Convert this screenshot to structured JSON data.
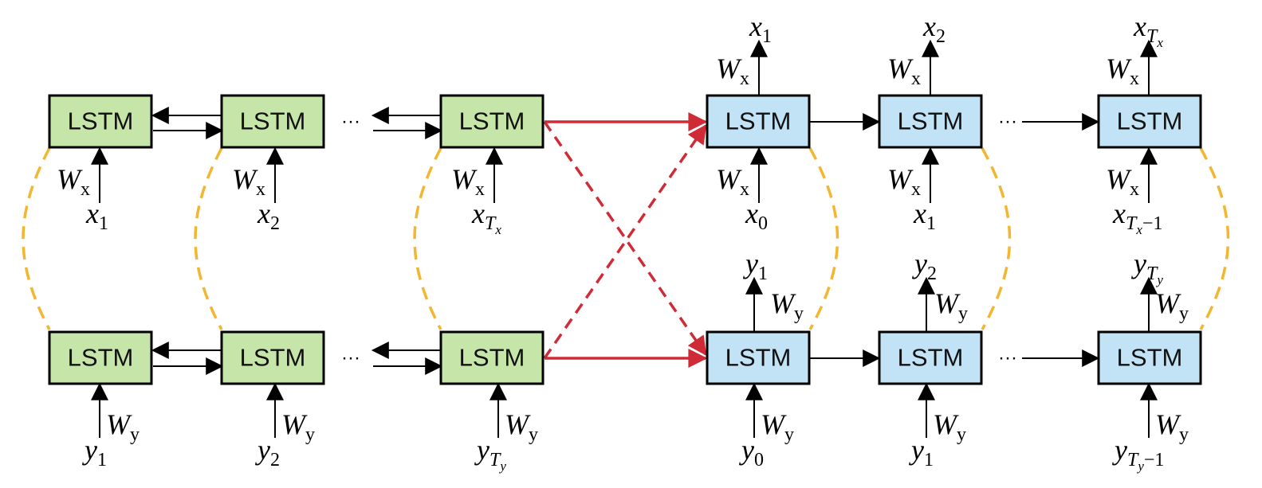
{
  "cell_label": "LSTM",
  "ellipsis": "···",
  "colors": {
    "encoder_fill": "#c6e5a9",
    "decoder_fill": "#c2e2f5",
    "cross_arrow": "#cf2b37",
    "tied_weights": "#f2b631"
  },
  "labels": {
    "Wx": {
      "main": "W",
      "sub": "x"
    },
    "Wy": {
      "main": "W",
      "sub": "y"
    },
    "x1": {
      "main": "x",
      "sub": "1"
    },
    "x2": {
      "main": "x",
      "sub": "2"
    },
    "xTx": {
      "main": "x",
      "sub": "T",
      "subsub": "x"
    },
    "x0": {
      "main": "x",
      "sub": "0"
    },
    "xTx_minus1": {
      "main": "x",
      "sub": "T",
      "subsub": "x",
      "tail": "−1"
    },
    "y1": {
      "main": "y",
      "sub": "1"
    },
    "y2": {
      "main": "y",
      "sub": "2"
    },
    "yTy": {
      "main": "y",
      "sub": "T",
      "subsub": "y"
    },
    "y0": {
      "main": "y",
      "sub": "0"
    },
    "yTy_minus1": {
      "main": "y",
      "sub": "T",
      "subsub": "y",
      "tail": "−1"
    }
  }
}
